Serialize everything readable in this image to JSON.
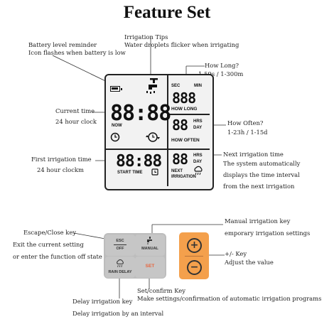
{
  "title": "Feature Set",
  "callouts": {
    "battery_1": "Battery level reminder",
    "battery_2": "Icon flashes when battery is low",
    "irrigation_tips_1": "Irrigation Tips",
    "irrigation_tips_2": "Water droplets flicker when irrigating",
    "how_long_1": "How Long?",
    "how_long_2": "1-59s / 1-300m",
    "current_time_1": "Current time",
    "current_time_2": "24 hour clock",
    "how_often_1": "How Often?",
    "how_often_2": "1-23h / 1-15d",
    "first_irrigation_1": "First irrigation time",
    "first_irrigation_2": "24 hour clockm",
    "next_irrigation_1": "Next irrigation time",
    "next_irrigation_2": "The system automatically",
    "next_irrigation_3": "displays the time interval",
    "next_irrigation_4": "from the next irrigation",
    "manual_key_1": "Manual irrigation key",
    "manual_key_2": "emporary irrigation settings",
    "escape_1": "Escape/Close key",
    "escape_2": "Exit the current setting",
    "escape_3": "or enter the function off state",
    "plus_minus_1": "+/- Key",
    "plus_minus_2": "Adjust the value",
    "set_confirm_1": "Set/confirm Key",
    "set_confirm_2": "Make settings/confirmation of automatic irrigation programs",
    "delay_1": "Delay irrigation key",
    "delay_2": "Delay irrigation by an interval"
  },
  "lcd": {
    "sec": "SEC",
    "min": "MIN",
    "how_long_digits": "888",
    "how_long_label": "HOW LONG",
    "clock_digits": "88:88",
    "now": "NOW",
    "hrs": "HRS",
    "day": "DAY",
    "how_often_digits": "88",
    "how_often_label": "HOW OFTEN",
    "start_digits": "88:88",
    "start_time": "START TIME",
    "next_digits": "88",
    "next_hrs": "HRS",
    "next_day": "DAY",
    "next_label_1": "NEXT",
    "next_label_2": "IRRIGATION"
  },
  "keys": {
    "esc": "ESC",
    "off": "OFF",
    "manual": "MANUAL",
    "rain_delay": "RAIN DELAY",
    "set": "SET",
    "plus": "+",
    "minus": "−"
  },
  "colors": {
    "keypad_gray": "#bdbdbd",
    "plus_minus_orange": "#f4a04c",
    "set_key_red": "#e8643c"
  }
}
